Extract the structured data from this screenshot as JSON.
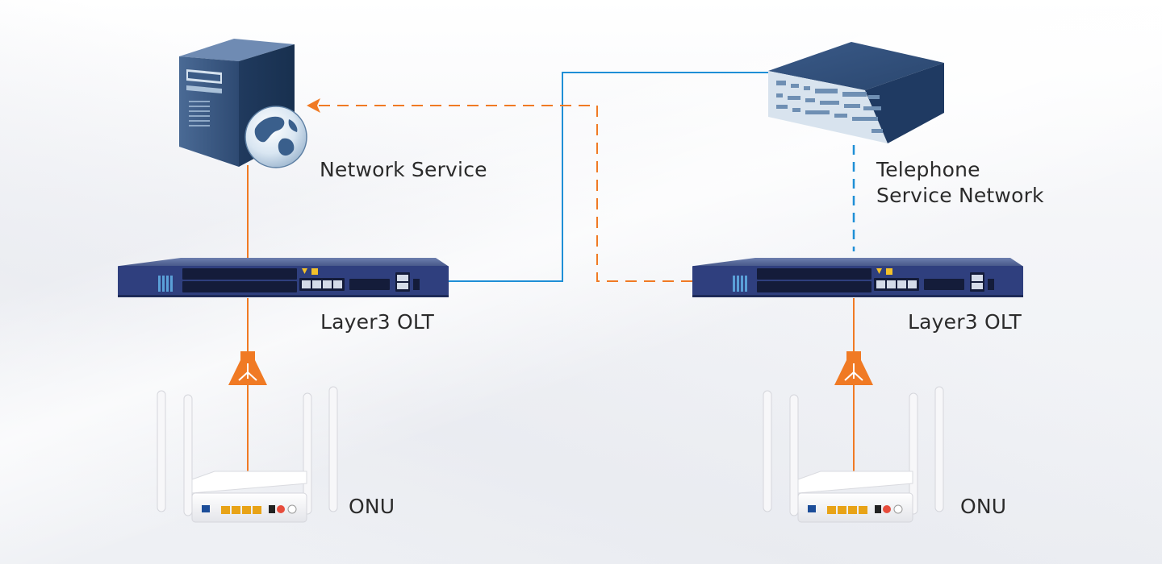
{
  "labels": {
    "network_service": "Network Service",
    "telephone_line1": "Telephone",
    "telephone_line2": "Service Network",
    "olt_left": "Layer3 OLT",
    "olt_right": "Layer3 OLT",
    "onu_left": "ONU",
    "onu_right": "ONU"
  },
  "colors": {
    "orange": "#f07a24",
    "blue": "#1f8fd6",
    "device_navy": "#2f4468",
    "device_blue": "#3a4f8f",
    "onu_white": "#f2f2f4"
  },
  "icons": {
    "server": "server-globe-icon",
    "telephone": "telephone-switch-icon",
    "olt": "olt-chassis-icon",
    "splitter": "optical-splitter-icon",
    "onu": "onu-router-icon"
  }
}
